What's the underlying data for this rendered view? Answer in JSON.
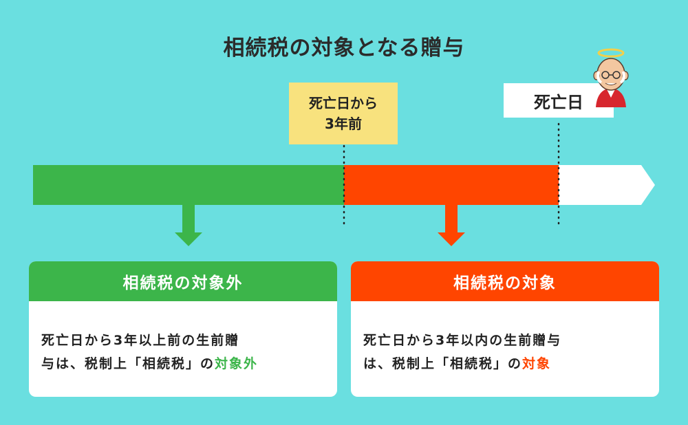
{
  "title": "相続税の対象となる贈与",
  "labels": {
    "three_years_line1": "死亡日から",
    "three_years_line2": "3年前",
    "death_day": "死亡日"
  },
  "cards": {
    "left": {
      "heading": "相続税の対象外",
      "body_line1": "死亡日から3年以上前の生前贈",
      "body_line2_prefix": "与は、税制上「相続税」の",
      "body_line2_highlight": "対象外"
    },
    "right": {
      "heading": "相続税の対象",
      "body_line1": "死亡日から3年以内の生前贈与",
      "body_line2_prefix": "は、税制上「相続税」の",
      "body_line2_highlight": "対象"
    }
  },
  "colors": {
    "background": "#6ADFE0",
    "green": "#3CB54A",
    "red": "#FF4500",
    "yellow": "#F8E27E"
  },
  "icons": [
    "angel-grandfather-icon",
    "arrow-down-icon"
  ]
}
